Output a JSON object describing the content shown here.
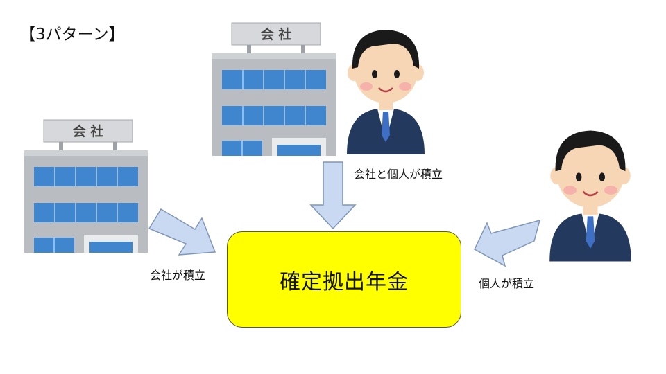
{
  "title": "【3パターン】",
  "center": {
    "label": "確定拠出年金"
  },
  "labels": {
    "company": "会社が積立",
    "both": "会社と個人が積立",
    "individual": "個人が積立"
  },
  "building_sign": "会 社",
  "colors": {
    "box_fill": "#ffff00",
    "arrow_fill": "#c9d9f1",
    "arrow_stroke": "#7f96b8",
    "window": "#3f86cf"
  },
  "icons": [
    "company-building-icon",
    "businessman-icon",
    "arrow-icon"
  ]
}
